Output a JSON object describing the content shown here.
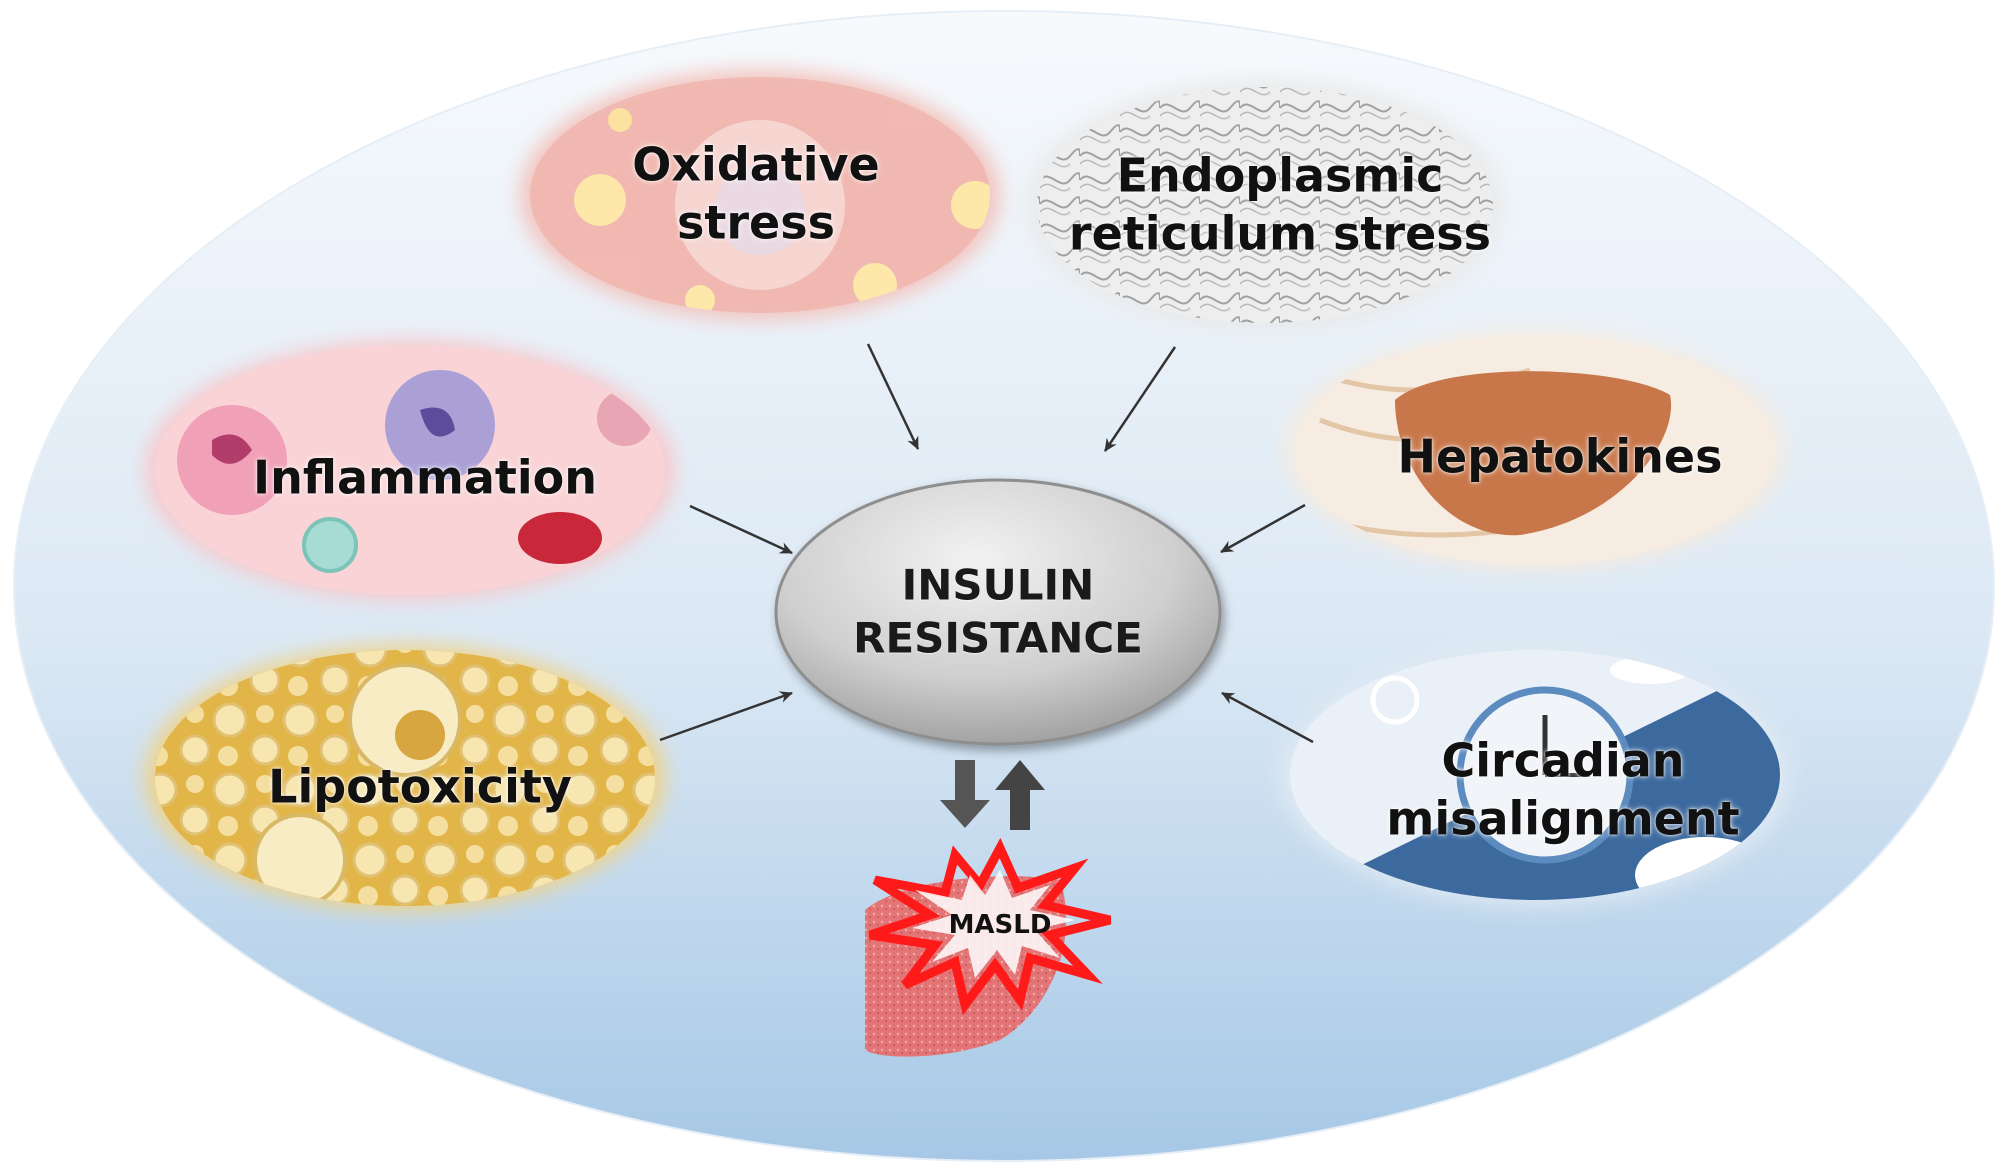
{
  "center": {
    "line1": "INSULIN",
    "line2": "RESISTANCE"
  },
  "outcome": {
    "label": "MASLD"
  },
  "factors": [
    {
      "id": "oxidative-stress",
      "lines": [
        "Oxidative",
        "stress"
      ]
    },
    {
      "id": "er-stress",
      "lines": [
        "Endoplasmic",
        "reticulum stress"
      ]
    },
    {
      "id": "inflammation",
      "lines": [
        "Inflammation"
      ]
    },
    {
      "id": "hepatokines",
      "lines": [
        "Hepatokines"
      ]
    },
    {
      "id": "lipotoxicity",
      "lines": [
        "Lipotoxicity"
      ]
    },
    {
      "id": "circadian-misalignment",
      "lines": [
        "Circadian",
        "misalignment"
      ]
    }
  ],
  "colors": {
    "background_top": "#f4f8fc",
    "background_bottom": "#a9cbe8",
    "center_fill": "#c9c9c9",
    "burst_fill": "#ff1a1a",
    "arrow": "#333333"
  }
}
